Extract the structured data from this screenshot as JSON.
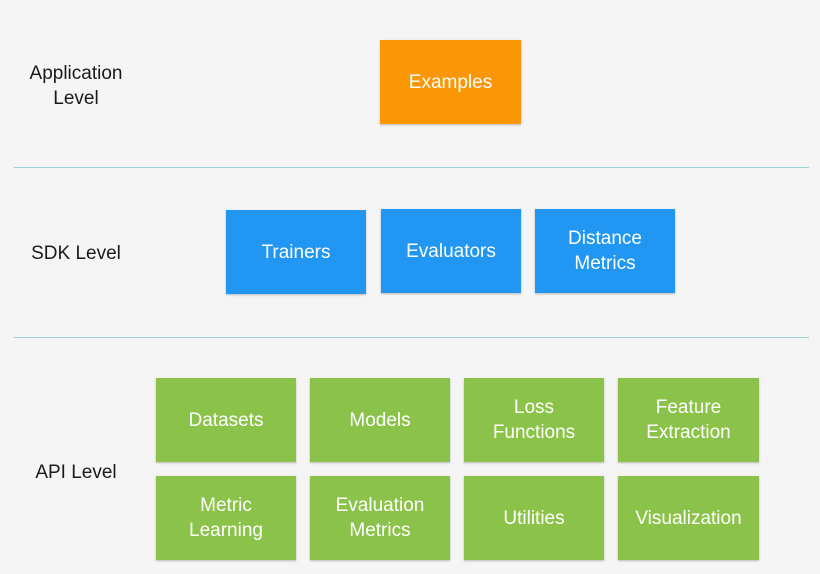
{
  "levels": {
    "application": {
      "label": "Application\nLevel",
      "blocks": [
        "Examples"
      ]
    },
    "sdk": {
      "label": "SDK Level",
      "blocks": [
        "Trainers",
        "Evaluators",
        "Distance\nMetrics"
      ]
    },
    "api": {
      "label": "API Level",
      "blocks": [
        "Datasets",
        "Models",
        "Loss\nFunctions",
        "Feature\nExtraction",
        "Metric\nLearning",
        "Evaluation\nMetrics",
        "Utilities",
        "Visualization"
      ]
    }
  },
  "colors": {
    "application": "#fb9605",
    "sdk": "#2196f3",
    "api": "#8bc34a",
    "divider": "#9ecfd3",
    "background": "#f5f5f5"
  }
}
